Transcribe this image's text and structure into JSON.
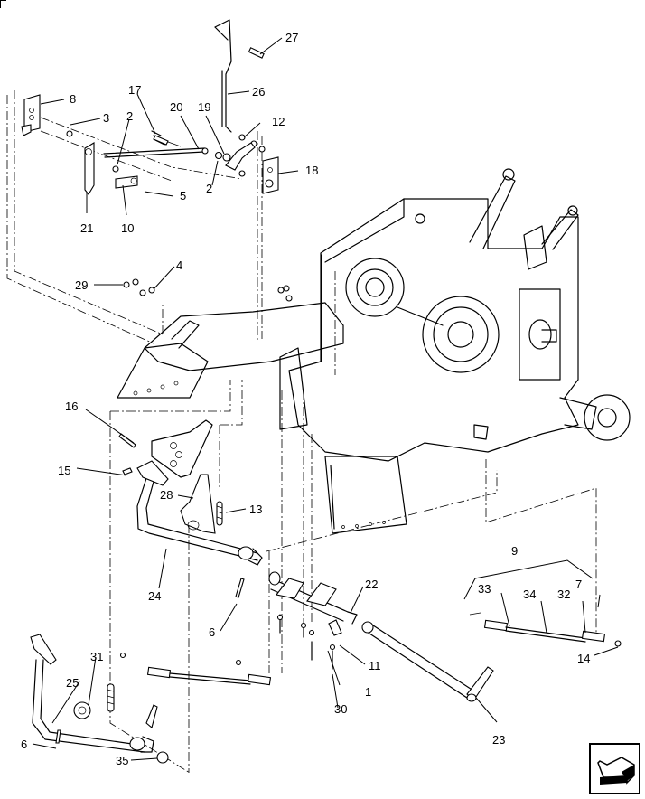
{
  "diagram": {
    "type": "exploded-parts-illustration",
    "subject": "Pedal / brake linkage assembly with transmission housing",
    "callouts": [
      {
        "id": "c27",
        "label": "27"
      },
      {
        "id": "c26",
        "label": "26"
      },
      {
        "id": "c8",
        "label": "8"
      },
      {
        "id": "c17",
        "label": "17"
      },
      {
        "id": "c20",
        "label": "20"
      },
      {
        "id": "c19",
        "label": "19"
      },
      {
        "id": "c12",
        "label": "12"
      },
      {
        "id": "c3",
        "label": "3"
      },
      {
        "id": "c2a",
        "label": "2"
      },
      {
        "id": "c2b",
        "label": "2"
      },
      {
        "id": "c18",
        "label": "18"
      },
      {
        "id": "c5",
        "label": "5"
      },
      {
        "id": "c21",
        "label": "21"
      },
      {
        "id": "c10",
        "label": "10"
      },
      {
        "id": "c29",
        "label": "29"
      },
      {
        "id": "c4",
        "label": "4"
      },
      {
        "id": "c16",
        "label": "16"
      },
      {
        "id": "c15",
        "label": "15"
      },
      {
        "id": "c28",
        "label": "28"
      },
      {
        "id": "c13",
        "label": "13"
      },
      {
        "id": "c24",
        "label": "24"
      },
      {
        "id": "c6a",
        "label": "6"
      },
      {
        "id": "c22",
        "label": "22"
      },
      {
        "id": "c9",
        "label": "9"
      },
      {
        "id": "c33",
        "label": "33"
      },
      {
        "id": "c34",
        "label": "34"
      },
      {
        "id": "c32",
        "label": "32"
      },
      {
        "id": "c7",
        "label": "7"
      },
      {
        "id": "c14",
        "label": "14"
      },
      {
        "id": "c11",
        "label": "11"
      },
      {
        "id": "c1",
        "label": "1"
      },
      {
        "id": "c30",
        "label": "30"
      },
      {
        "id": "c23",
        "label": "23"
      },
      {
        "id": "c31",
        "label": "31"
      },
      {
        "id": "c25",
        "label": "25"
      },
      {
        "id": "c6b",
        "label": "6"
      },
      {
        "id": "c35",
        "label": "35"
      }
    ]
  },
  "navigation": {
    "previous_page_icon": "arrow-back-left-icon"
  }
}
